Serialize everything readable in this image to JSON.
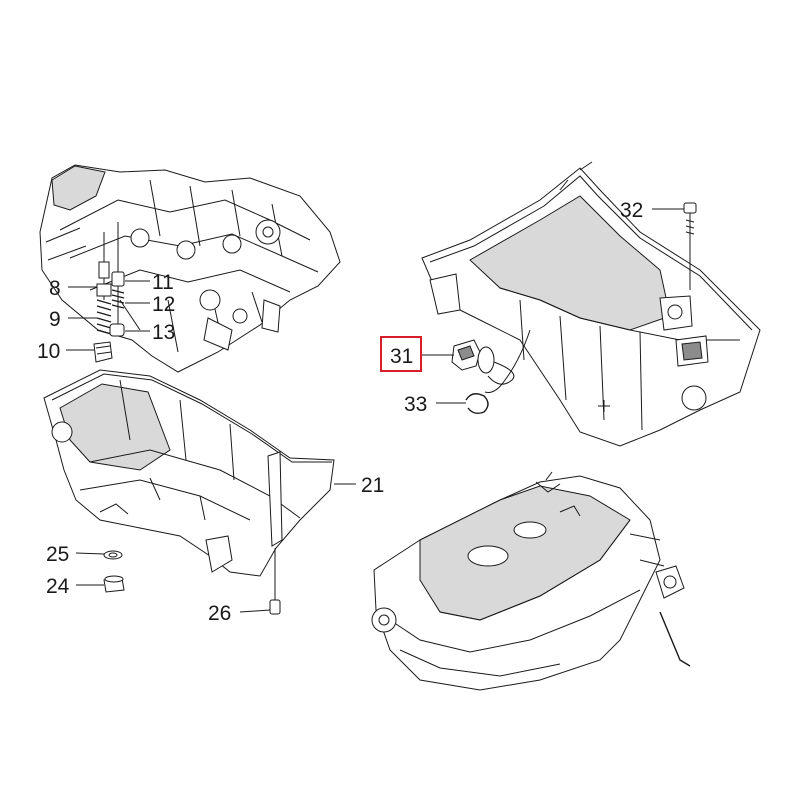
{
  "colors": {
    "line": "#1a1a1a",
    "shade": "#d9d9d9",
    "highlight": "#d81e2a"
  },
  "highlighted_part": "31",
  "labels": {
    "p8": "8",
    "p9": "9",
    "p10": "10",
    "p11": "11",
    "p12": "12",
    "p13": "13",
    "p21": "21",
    "p24": "24",
    "p25": "25",
    "p26": "26",
    "p31": "31",
    "p32": "32",
    "p33": "33"
  }
}
